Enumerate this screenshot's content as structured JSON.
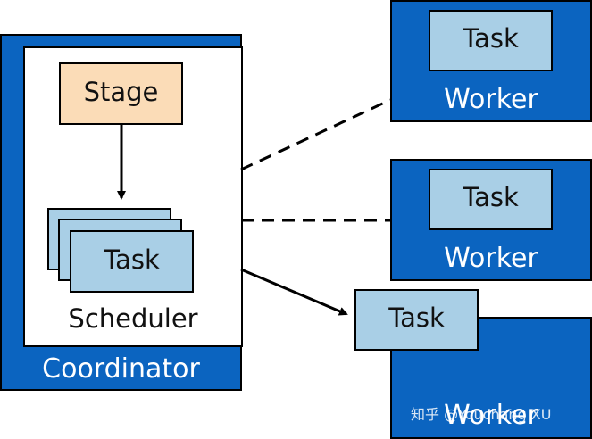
{
  "coordinator": {
    "label": "Coordinator",
    "stage_label": "Stage",
    "task_label": "Task",
    "scheduler_label": "Scheduler"
  },
  "workers": [
    {
      "label": "Worker",
      "task_label": "Task"
    },
    {
      "label": "Worker",
      "task_label": "Task"
    },
    {
      "label": "Worker",
      "task_label": "Task"
    }
  ],
  "watermark": "知乎 @Youchang XU",
  "colors": {
    "worker_blue": "#0b64c0",
    "task_blue": "#a9cfe6",
    "stage_peach": "#fbdcb7"
  }
}
